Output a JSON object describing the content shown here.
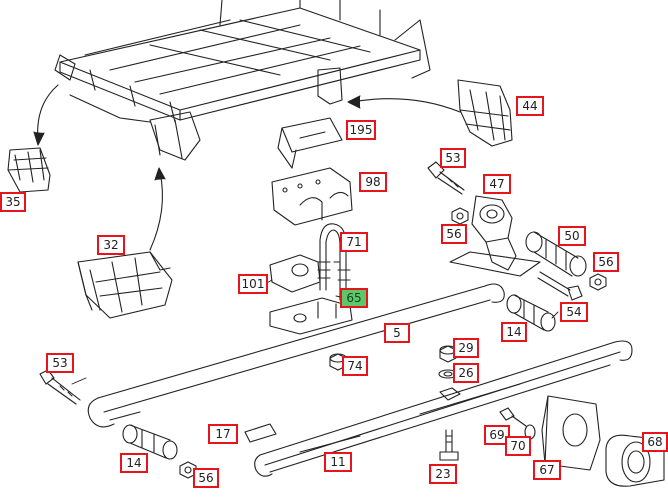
{
  "diagram": {
    "highlight_color": "#5cc86a",
    "callout_border_color": "#e8141c",
    "callouts": [
      {
        "id": "c35",
        "label": "35"
      },
      {
        "id": "c32",
        "label": "32"
      },
      {
        "id": "c195",
        "label": "195"
      },
      {
        "id": "c98",
        "label": "98"
      },
      {
        "id": "c44",
        "label": "44"
      },
      {
        "id": "c53a",
        "label": "53"
      },
      {
        "id": "c47",
        "label": "47"
      },
      {
        "id": "c56a",
        "label": "56"
      },
      {
        "id": "c71",
        "label": "71"
      },
      {
        "id": "c50",
        "label": "50"
      },
      {
        "id": "c56b",
        "label": "56"
      },
      {
        "id": "c101",
        "label": "101"
      },
      {
        "id": "c65",
        "label": "65",
        "highlighted": true
      },
      {
        "id": "c5",
        "label": "5"
      },
      {
        "id": "c54",
        "label": "54"
      },
      {
        "id": "c14a",
        "label": "14"
      },
      {
        "id": "c53b",
        "label": "53"
      },
      {
        "id": "c29",
        "label": "29"
      },
      {
        "id": "c74",
        "label": "74"
      },
      {
        "id": "c26",
        "label": "26"
      },
      {
        "id": "c17",
        "label": "17"
      },
      {
        "id": "c69",
        "label": "69"
      },
      {
        "id": "c70",
        "label": "70"
      },
      {
        "id": "c68",
        "label": "68"
      },
      {
        "id": "c14b",
        "label": "14"
      },
      {
        "id": "c56c",
        "label": "56"
      },
      {
        "id": "c11",
        "label": "11"
      },
      {
        "id": "c23",
        "label": "23"
      },
      {
        "id": "c67",
        "label": "67"
      }
    ]
  }
}
